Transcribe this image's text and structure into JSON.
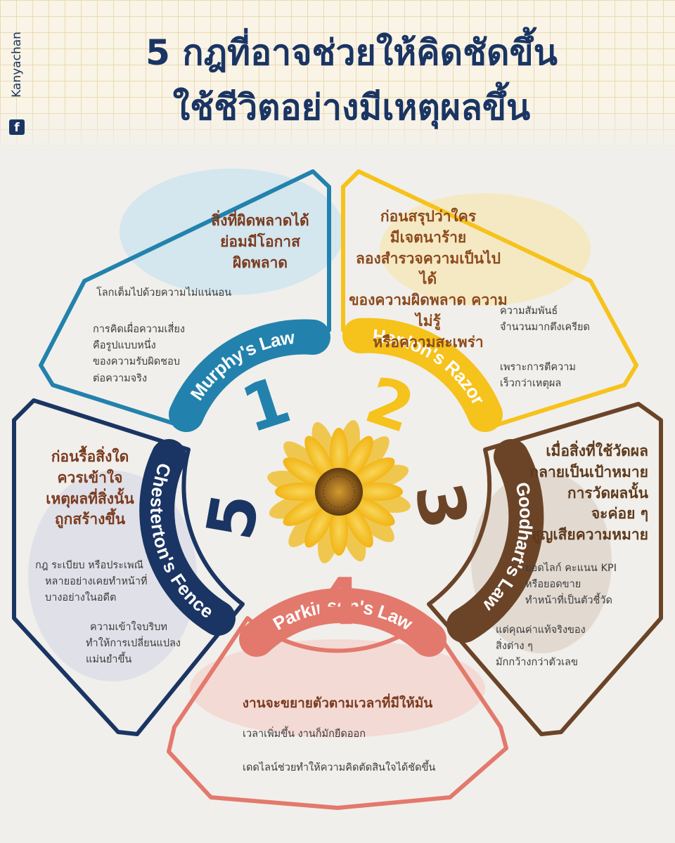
{
  "header": {
    "title_line1": "5 กฎที่อาจช่วยให้คิดชัดขึ้น",
    "title_line2": "ใช้ชีวิตอย่างมีเหตุผลขึ้น",
    "brand": "Kanyachan",
    "brand_icon": "facebook-icon"
  },
  "colors": {
    "title": "#1a3563",
    "murphy": "#2282ad",
    "hanlon": "#f6c21c",
    "goodhart": "#6b4428",
    "parkinson": "#e3796c",
    "chesterton": "#1a3563"
  },
  "center_image": "sunflower",
  "laws": [
    {
      "number": "1",
      "name": "Murphy's Law",
      "heading": [
        "สิ่งที่ผิดพลาดได้",
        "ย่อมมีโอกาส",
        "ผิดพลาด"
      ],
      "notes": [
        [
          "โลกเต็มไปด้วยความไม่แน่นอน"
        ],
        [
          "การคิดเผื่อความเสี่ยง",
          "คือรูปแบบหนึ่ง",
          "ของความรับผิดชอบ",
          "ต่อความจริง"
        ]
      ]
    },
    {
      "number": "2",
      "name": "Hanlon's Razor",
      "heading": [
        "ก่อนสรุปว่าใคร",
        "มีเจตนาร้าย",
        "ลองสำรวจความเป็นไปได้",
        "ของความผิดพลาด ความไม่รู้",
        "หรือความสะเพร่า"
      ],
      "notes": [
        [
          "ความสัมพันธ์",
          "จำนวนมากตึงเครียด"
        ],
        [
          "เพราะการตีความ",
          "เร็วกว่าเหตุผล"
        ]
      ]
    },
    {
      "number": "3",
      "name": "Goodhart's Law",
      "heading": [
        "เมื่อสิ่งที่ใช้วัดผล",
        "กลายเป็นเป้าหมาย",
        "การวัดผลนั้น",
        "จะค่อย ๆ",
        "สูญเสียความหมาย"
      ],
      "notes": [
        [
          "ยอดไลก์ คะแนน KPI",
          "หรือยอดขาย",
          "ทำหน้าที่เป็นตัวชี้วัด"
        ],
        [
          "แต่คุณค่าแท้จริงของ",
          "สิ่งต่าง ๆ",
          "มักกว้างกว่าตัวเลข"
        ]
      ]
    },
    {
      "number": "4",
      "name": "Parkinson's Law",
      "heading": [
        "งานจะขยายตัวตามเวลาที่มีให้มัน"
      ],
      "notes": [
        [
          "เวลาเพิ่มขึ้น งานก็มักยืดออก"
        ],
        [
          "เดดไลน์ช่วยทำให้ความคิดตัดสินใจได้ชัดขึ้น"
        ]
      ]
    },
    {
      "number": "5",
      "name": "Chesterton's Fence",
      "heading": [
        "ก่อนรื้อสิ่งใด",
        "ควรเข้าใจ",
        "เหตุผลที่สิ่งนั้น",
        "ถูกสร้างขึ้น"
      ],
      "notes": [
        [
          "กฎ ระเบียบ หรือประเพณี",
          "หลายอย่างเคยทำหน้าที่",
          "บางอย่างในอดีต"
        ],
        [
          "ความเข้าใจบริบท",
          "ทำให้การเปลี่ยนแปลง",
          "แม่นยำขึ้น"
        ]
      ]
    }
  ]
}
